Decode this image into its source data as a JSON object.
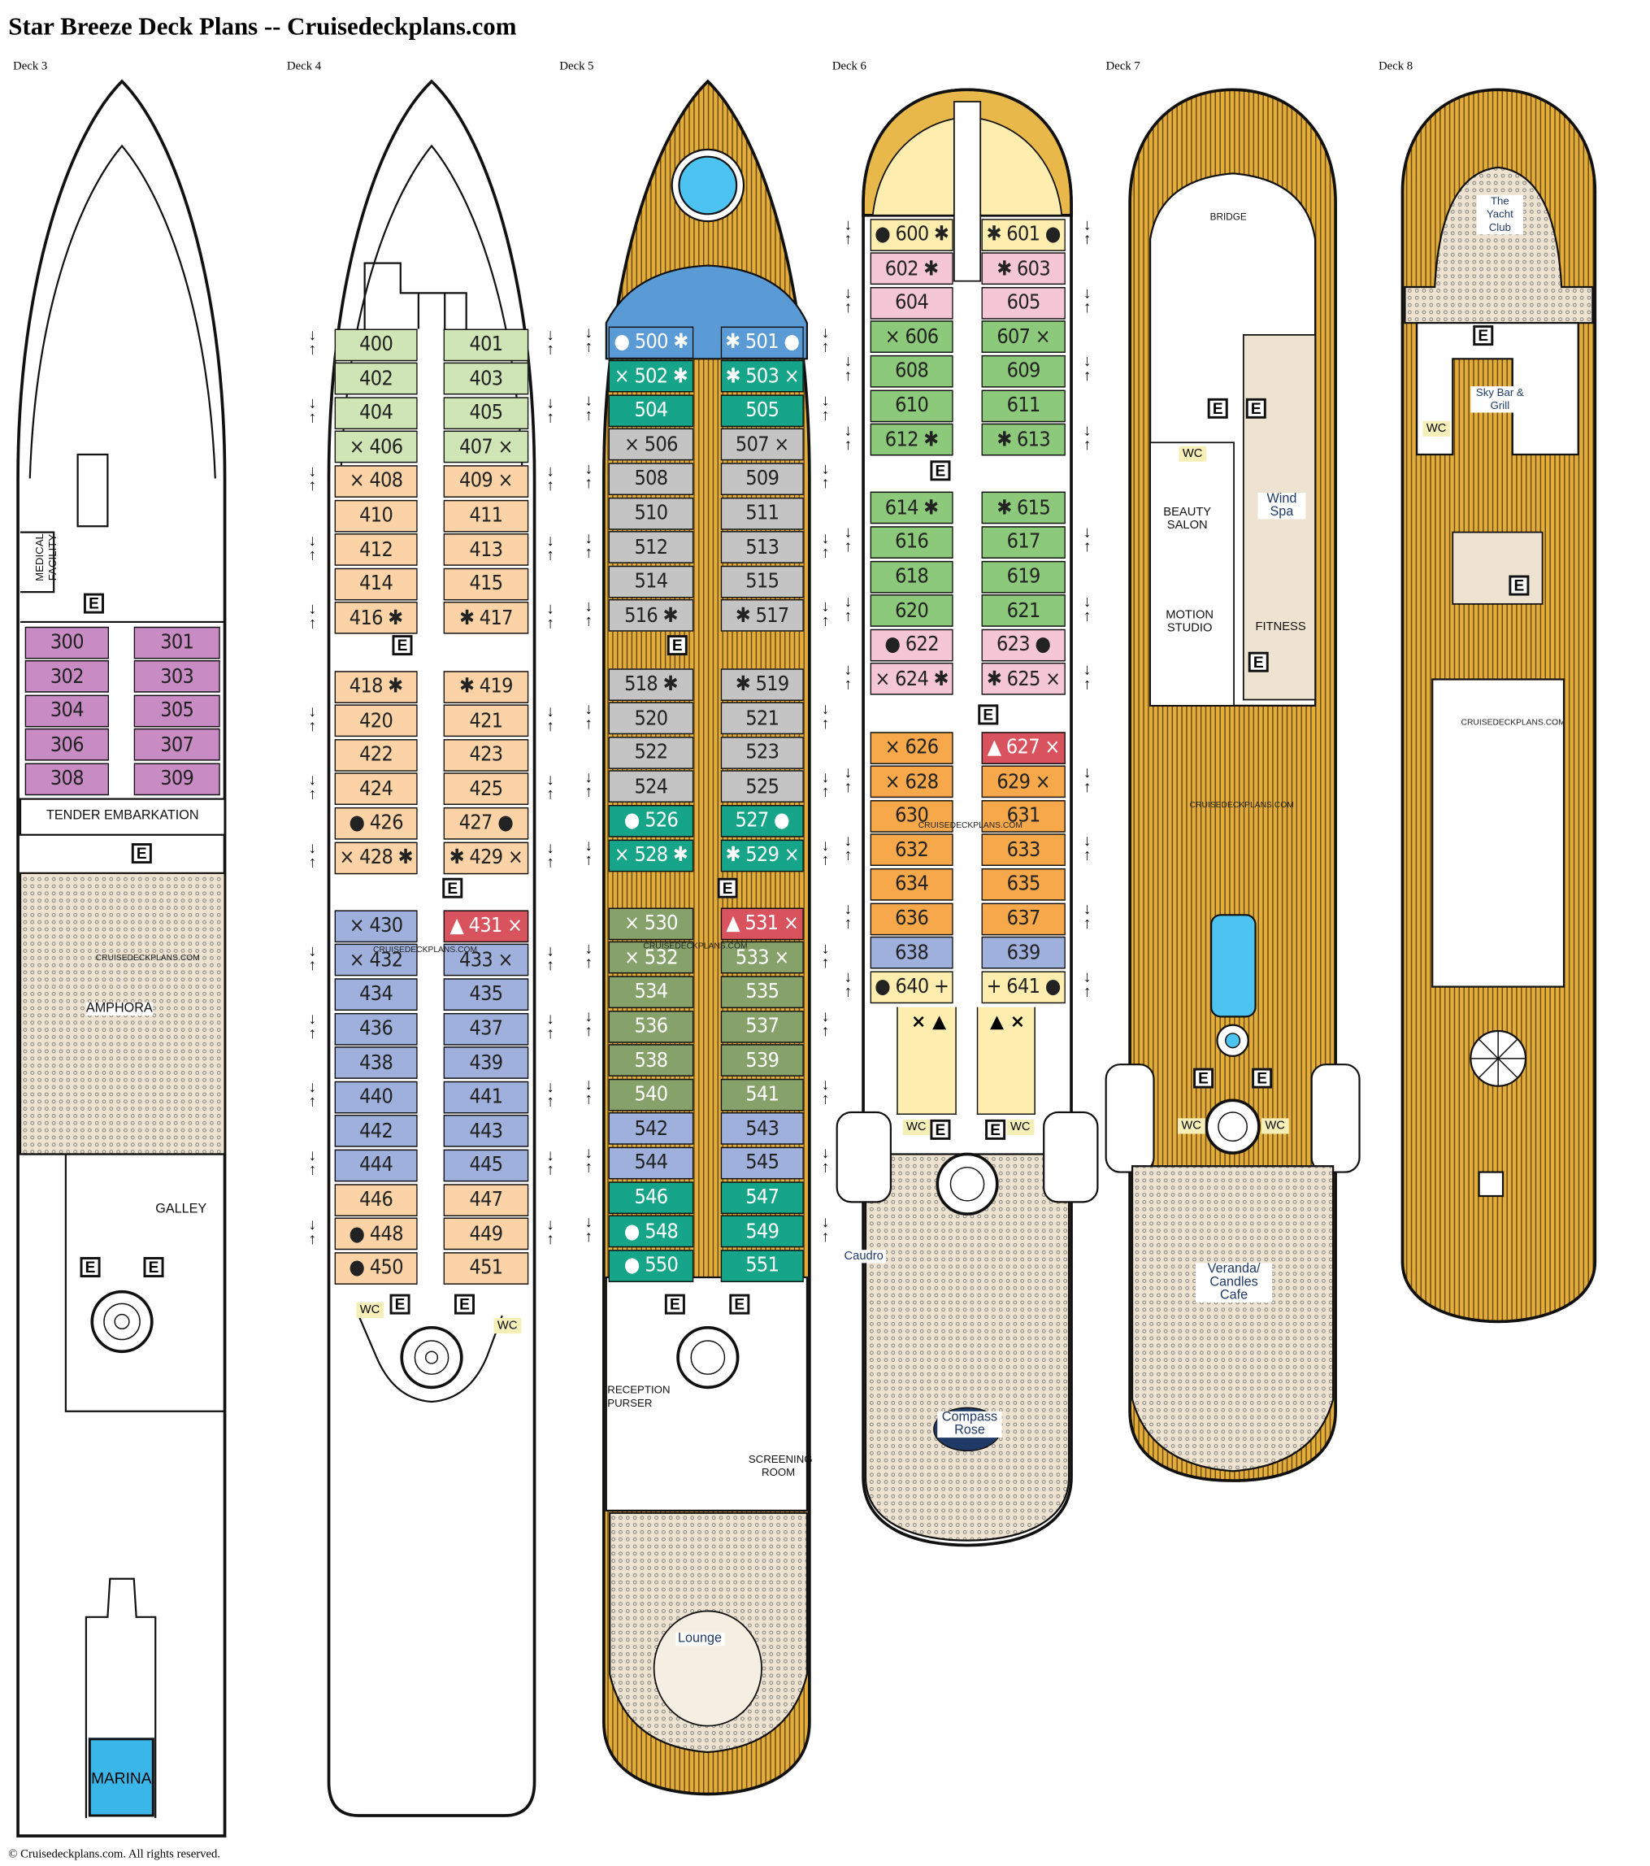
{
  "title": "Star Breeze Deck Plans -- Cruisedeckplans.com",
  "footer": "© Cruisedeckplans.com. All rights reserved.",
  "watermark": "CRUISEDECKPLANS.COM",
  "elevator_label": "E",
  "wc_label": "WC",
  "category_colors": {
    "purple": "#c98bc4",
    "lightgreen": "#cfe5b5",
    "peach": "#fcd3a6",
    "red": "#d9535f",
    "periwinkle": "#9fb0dc",
    "teal": "#17a589",
    "grey": "#c4c4c4",
    "olive": "#86a26a",
    "lightblue": "#5b9bd5",
    "cream": "#fdeeb0",
    "pink": "#f4c6d6",
    "green": "#8cc97a",
    "orange": "#f7a84a",
    "gold": "#e3ad3b",
    "beige": "#eee3d0",
    "pool": "#4cc3f0"
  },
  "decks": [
    {
      "name": "Deck 3",
      "rows": [
        [
          {
            "label": "300",
            "cat": "purple"
          },
          {
            "label": "301",
            "cat": "purple"
          }
        ],
        [
          {
            "label": "302",
            "cat": "purple"
          },
          {
            "label": "303",
            "cat": "purple"
          }
        ],
        [
          {
            "label": "304",
            "cat": "purple"
          },
          {
            "label": "305",
            "cat": "purple"
          }
        ],
        [
          {
            "label": "306",
            "cat": "purple"
          },
          {
            "label": "307",
            "cat": "purple"
          }
        ],
        [
          {
            "label": "308",
            "cat": "purple"
          },
          {
            "label": "309",
            "cat": "purple"
          }
        ]
      ],
      "areas": {
        "medical": "MEDICAL FACILITY",
        "tender": "TENDER EMBARKATION",
        "amphora": "AMPHORA",
        "galley": "GALLEY",
        "marina": "MARINA"
      }
    },
    {
      "name": "Deck 4",
      "rows": [
        [
          {
            "label": "400",
            "cat": "lightgreen"
          },
          {
            "label": "401",
            "cat": "lightgreen"
          }
        ],
        [
          {
            "label": "402",
            "cat": "lightgreen"
          },
          {
            "label": "403",
            "cat": "lightgreen"
          }
        ],
        [
          {
            "label": "404",
            "cat": "lightgreen"
          },
          {
            "label": "405",
            "cat": "lightgreen"
          }
        ],
        [
          {
            "label": "× 406",
            "cat": "lightgreen"
          },
          {
            "label": "407 ×",
            "cat": "lightgreen"
          }
        ],
        [
          {
            "label": "× 408",
            "cat": "peach"
          },
          {
            "label": "409 ×",
            "cat": "peach"
          }
        ],
        [
          {
            "label": "410",
            "cat": "peach"
          },
          {
            "label": "411",
            "cat": "peach"
          }
        ],
        [
          {
            "label": "412",
            "cat": "peach"
          },
          {
            "label": "413",
            "cat": "peach"
          }
        ],
        [
          {
            "label": "414",
            "cat": "peach"
          },
          {
            "label": "415",
            "cat": "peach"
          }
        ],
        [
          {
            "label": "416 ✱",
            "cat": "peach"
          },
          {
            "label": "✱ 417",
            "cat": "peach"
          }
        ],
        [
          {
            "label": "418 ✱",
            "cat": "peach"
          },
          {
            "label": "✱ 419",
            "cat": "peach"
          }
        ],
        [
          {
            "label": "420",
            "cat": "peach"
          },
          {
            "label": "421",
            "cat": "peach"
          }
        ],
        [
          {
            "label": "422",
            "cat": "peach"
          },
          {
            "label": "423",
            "cat": "peach"
          }
        ],
        [
          {
            "label": "424",
            "cat": "peach"
          },
          {
            "label": "425",
            "cat": "peach"
          }
        ],
        [
          {
            "label": "● 426",
            "cat": "peach"
          },
          {
            "label": "427 ●",
            "cat": "peach"
          }
        ],
        [
          {
            "label": "× 428 ✱",
            "cat": "peach"
          },
          {
            "label": "✱ 429 ×",
            "cat": "peach"
          }
        ],
        [
          {
            "label": "× 430",
            "cat": "periwinkle"
          },
          {
            "label": "▲ 431 ×",
            "cat": "red"
          }
        ],
        [
          {
            "label": "× 432",
            "cat": "periwinkle"
          },
          {
            "label": "433 ×",
            "cat": "periwinkle"
          }
        ],
        [
          {
            "label": "434",
            "cat": "periwinkle"
          },
          {
            "label": "435",
            "cat": "periwinkle"
          }
        ],
        [
          {
            "label": "436",
            "cat": "periwinkle"
          },
          {
            "label": "437",
            "cat": "periwinkle"
          }
        ],
        [
          {
            "label": "438",
            "cat": "periwinkle"
          },
          {
            "label": "439",
            "cat": "periwinkle"
          }
        ],
        [
          {
            "label": "440",
            "cat": "periwinkle"
          },
          {
            "label": "441",
            "cat": "periwinkle"
          }
        ],
        [
          {
            "label": "442",
            "cat": "periwinkle"
          },
          {
            "label": "443",
            "cat": "periwinkle"
          }
        ],
        [
          {
            "label": "444",
            "cat": "periwinkle"
          },
          {
            "label": "445",
            "cat": "periwinkle"
          }
        ],
        [
          {
            "label": "446",
            "cat": "peach"
          },
          {
            "label": "447",
            "cat": "peach"
          }
        ],
        [
          {
            "label": "● 448",
            "cat": "peach"
          },
          {
            "label": "449",
            "cat": "peach"
          }
        ],
        [
          {
            "label": "● 450",
            "cat": "peach"
          },
          {
            "label": "451",
            "cat": "peach"
          }
        ]
      ],
      "areas": {}
    },
    {
      "name": "Deck 5",
      "rows": [
        [
          {
            "label": "● 500 ✱",
            "cat": "lightblue"
          },
          {
            "label": "✱ 501 ●",
            "cat": "lightblue"
          }
        ],
        [
          {
            "label": "× 502 ✱",
            "cat": "teal"
          },
          {
            "label": "✱ 503 ×",
            "cat": "teal"
          }
        ],
        [
          {
            "label": "504",
            "cat": "teal"
          },
          {
            "label": "505",
            "cat": "teal"
          }
        ],
        [
          {
            "label": "× 506",
            "cat": "grey"
          },
          {
            "label": "507 ×",
            "cat": "grey"
          }
        ],
        [
          {
            "label": "508",
            "cat": "grey"
          },
          {
            "label": "509",
            "cat": "grey"
          }
        ],
        [
          {
            "label": "510",
            "cat": "grey"
          },
          {
            "label": "511",
            "cat": "grey"
          }
        ],
        [
          {
            "label": "512",
            "cat": "grey"
          },
          {
            "label": "513",
            "cat": "grey"
          }
        ],
        [
          {
            "label": "514",
            "cat": "grey"
          },
          {
            "label": "515",
            "cat": "grey"
          }
        ],
        [
          {
            "label": "516 ✱",
            "cat": "grey"
          },
          {
            "label": "✱ 517",
            "cat": "grey"
          }
        ],
        [
          {
            "label": "518 ✱",
            "cat": "grey"
          },
          {
            "label": "✱ 519",
            "cat": "grey"
          }
        ],
        [
          {
            "label": "520",
            "cat": "grey"
          },
          {
            "label": "521",
            "cat": "grey"
          }
        ],
        [
          {
            "label": "522",
            "cat": "grey"
          },
          {
            "label": "523",
            "cat": "grey"
          }
        ],
        [
          {
            "label": "524",
            "cat": "grey"
          },
          {
            "label": "525",
            "cat": "grey"
          }
        ],
        [
          {
            "label": "● 526",
            "cat": "teal"
          },
          {
            "label": "527 ●",
            "cat": "teal"
          }
        ],
        [
          {
            "label": "× 528 ✱",
            "cat": "teal"
          },
          {
            "label": "✱ 529 ×",
            "cat": "teal"
          }
        ],
        [
          {
            "label": "× 530",
            "cat": "olive"
          },
          {
            "label": "▲ 531 ×",
            "cat": "red"
          }
        ],
        [
          {
            "label": "× 532",
            "cat": "olive"
          },
          {
            "label": "533 ×",
            "cat": "olive"
          }
        ],
        [
          {
            "label": "534",
            "cat": "olive"
          },
          {
            "label": "535",
            "cat": "olive"
          }
        ],
        [
          {
            "label": "536",
            "cat": "olive"
          },
          {
            "label": "537",
            "cat": "olive"
          }
        ],
        [
          {
            "label": "538",
            "cat": "olive"
          },
          {
            "label": "539",
            "cat": "olive"
          }
        ],
        [
          {
            "label": "540",
            "cat": "olive"
          },
          {
            "label": "541",
            "cat": "olive"
          }
        ],
        [
          {
            "label": "542",
            "cat": "periwinkle"
          },
          {
            "label": "543",
            "cat": "periwinkle"
          }
        ],
        [
          {
            "label": "544",
            "cat": "periwinkle"
          },
          {
            "label": "545",
            "cat": "periwinkle"
          }
        ],
        [
          {
            "label": "546",
            "cat": "teal"
          },
          {
            "label": "547",
            "cat": "teal"
          }
        ],
        [
          {
            "label": "● 548",
            "cat": "teal"
          },
          {
            "label": "549",
            "cat": "teal"
          }
        ],
        [
          {
            "label": "● 550",
            "cat": "teal"
          },
          {
            "label": "551",
            "cat": "teal"
          }
        ]
      ],
      "areas": {
        "reception": "RECEPTION PURSER",
        "screening": "SCREENING ROOM",
        "lounge": "Lounge"
      }
    },
    {
      "name": "Deck 6",
      "rows": [
        [
          {
            "label": "● 600 ✱",
            "cat": "cream"
          },
          {
            "label": "✱ 601 ●",
            "cat": "cream"
          }
        ],
        [
          {
            "label": "602 ✱",
            "cat": "pink"
          },
          {
            "label": "✱ 603",
            "cat": "pink"
          }
        ],
        [
          {
            "label": "604",
            "cat": "pink"
          },
          {
            "label": "605",
            "cat": "pink"
          }
        ],
        [
          {
            "label": "× 606",
            "cat": "green"
          },
          {
            "label": "607 ×",
            "cat": "green"
          }
        ],
        [
          {
            "label": "608",
            "cat": "green"
          },
          {
            "label": "609",
            "cat": "green"
          }
        ],
        [
          {
            "label": "610",
            "cat": "green"
          },
          {
            "label": "611",
            "cat": "green"
          }
        ],
        [
          {
            "label": "612 ✱",
            "cat": "green"
          },
          {
            "label": "✱ 613",
            "cat": "green"
          }
        ],
        [
          {
            "label": "614 ✱",
            "cat": "green"
          },
          {
            "label": "✱ 615",
            "cat": "green"
          }
        ],
        [
          {
            "label": "616",
            "cat": "green"
          },
          {
            "label": "617",
            "cat": "green"
          }
        ],
        [
          {
            "label": "618",
            "cat": "green"
          },
          {
            "label": "619",
            "cat": "green"
          }
        ],
        [
          {
            "label": "620",
            "cat": "green"
          },
          {
            "label": "621",
            "cat": "green"
          }
        ],
        [
          {
            "label": "● 622",
            "cat": "pink"
          },
          {
            "label": "623 ●",
            "cat": "pink"
          }
        ],
        [
          {
            "label": "× 624 ✱",
            "cat": "pink"
          },
          {
            "label": "✱ 625 ×",
            "cat": "pink"
          }
        ],
        [
          {
            "label": "× 626",
            "cat": "orange"
          },
          {
            "label": "▲ 627 ×",
            "cat": "red"
          }
        ],
        [
          {
            "label": "× 628",
            "cat": "orange"
          },
          {
            "label": "629 ×",
            "cat": "orange"
          }
        ],
        [
          {
            "label": "630",
            "cat": "orange"
          },
          {
            "label": "631",
            "cat": "orange"
          }
        ],
        [
          {
            "label": "632",
            "cat": "orange"
          },
          {
            "label": "633",
            "cat": "orange"
          }
        ],
        [
          {
            "label": "634",
            "cat": "orange"
          },
          {
            "label": "635",
            "cat": "orange"
          }
        ],
        [
          {
            "label": "636",
            "cat": "orange"
          },
          {
            "label": "637",
            "cat": "orange"
          }
        ],
        [
          {
            "label": "638",
            "cat": "periwinkle"
          },
          {
            "label": "639",
            "cat": "periwinkle"
          }
        ],
        [
          {
            "label": "● 640 +",
            "cat": "cream"
          },
          {
            "label": "+ 641 ●",
            "cat": "cream"
          }
        ]
      ],
      "suite_symbols": {
        "left": "× ▲",
        "right": "▲ ×"
      },
      "areas": {
        "caudro": "Caudro",
        "compass": "Compass Rose"
      }
    },
    {
      "name": "Deck 7",
      "rows": [],
      "areas": {
        "bridge": "BRIDGE",
        "beauty": "BEAUTY SALON",
        "spa": "Wind Spa",
        "motion": "MOTION STUDIO",
        "fitness": "FITNESS",
        "veranda": "Veranda/ Candles Cafe"
      }
    },
    {
      "name": "Deck 8",
      "rows": [],
      "areas": {
        "yacht": "The Yacht Club",
        "skybar": "Sky Bar & Grill"
      }
    }
  ]
}
